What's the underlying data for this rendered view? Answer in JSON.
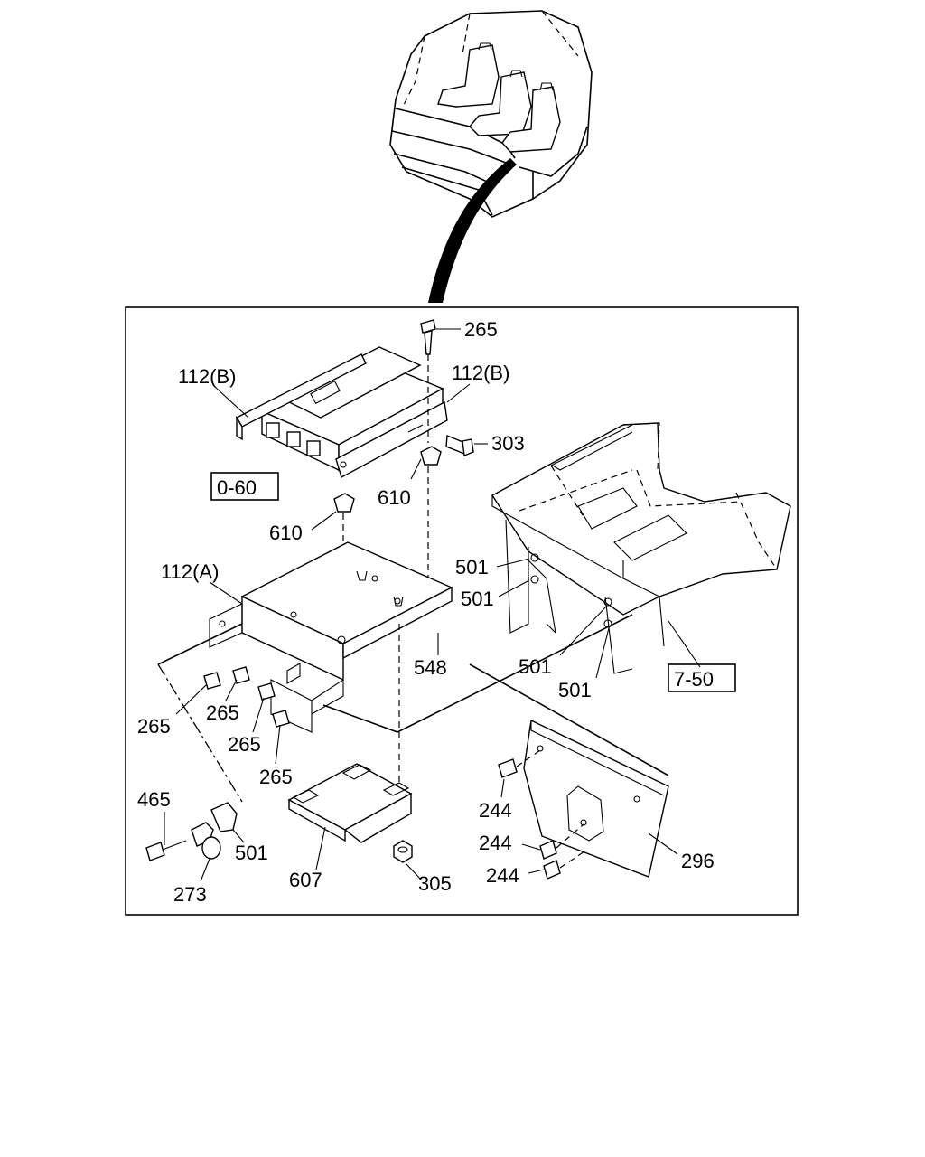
{
  "callouts": {
    "c265_top": "265",
    "c112b_left": "112(B)",
    "c112b_right": "112(B)",
    "c303": "303",
    "c610_right": "610",
    "c610_left": "610",
    "c112a": "112(A)",
    "c501_a": "501",
    "c501_b": "501",
    "c501_c": "501",
    "c501_d": "501",
    "c548": "548",
    "c265_a": "265",
    "c265_b": "265",
    "c265_c": "265",
    "c265_d": "265",
    "c465": "465",
    "c501_e": "501",
    "c273": "273",
    "c607": "607",
    "c305": "305",
    "c244_a": "244",
    "c244_b": "244",
    "c244_c": "244",
    "c296": "296"
  },
  "references": {
    "ref_0_60": "0-60",
    "ref_7_50": "7-50"
  }
}
